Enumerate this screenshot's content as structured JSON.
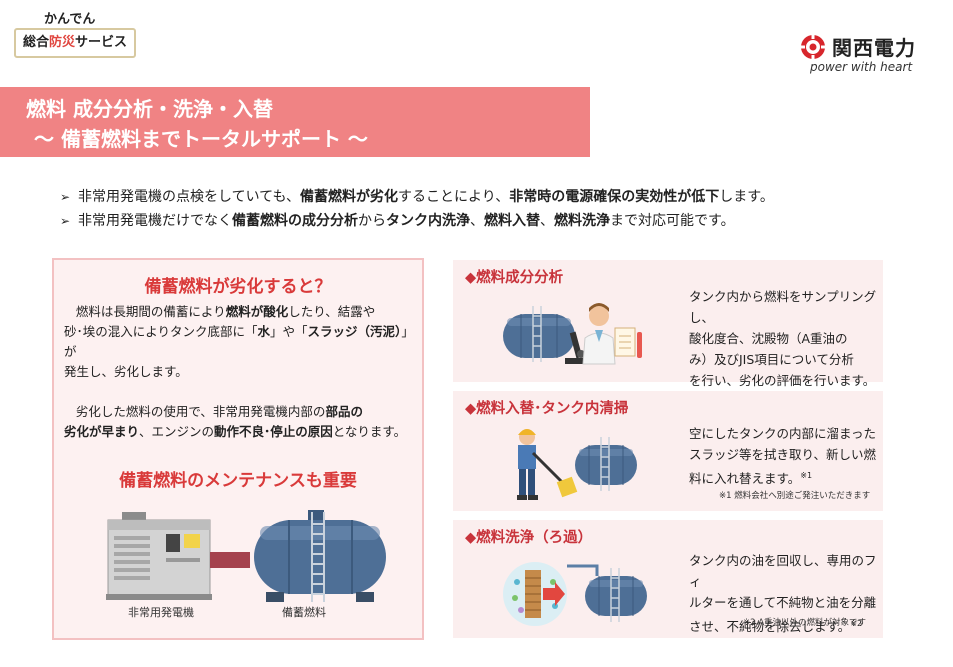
{
  "brand": {
    "left_top": "かんでん",
    "left_box_1": "総合",
    "left_box_2": "防災",
    "left_box_3": "サービス",
    "right_name": "関西電力",
    "right_slogan": "power with heart"
  },
  "banner": {
    "line1": "燃料 成分分析・洗浄・入替",
    "line2": "～ 備蓄燃料までトータルサポート ～"
  },
  "bullets": [
    {
      "arrow": "➢",
      "p1": "非常用発電機の点検をしていても、",
      "b1": "備蓄燃料が劣化",
      "p2": "することにより、",
      "b2": "非常時の電源確保の実効性が低下",
      "p3": "します。"
    },
    {
      "arrow": "➢",
      "p1": "非常用発電機だけでなく",
      "b1": "備蓄燃料の成分分析",
      "p2": "から",
      "b2": "タンク内洗浄",
      "p3": "、",
      "b3": "燃料入替",
      "p4": "、",
      "b4": "燃料洗浄",
      "p5": "まで対応可能です。"
    }
  ],
  "left_panel": {
    "heading1": "備蓄燃料が劣化すると？",
    "para1": {
      "t1": "燃料は長期間の備蓄により",
      "b1": "燃料が酸化",
      "t2": "したり、結露や",
      "t3": "砂･埃の混入によりタンク底部に「",
      "b2": "水",
      "t4": "」や「",
      "b3": "スラッジ（汚泥）",
      "t5": "」",
      "t6": "が",
      "t7": "発生し、劣化します。"
    },
    "para2": {
      "t1": "劣化した燃料の使用で、非常用発電機内部の",
      "b1": "部品の",
      "b2": "劣化が早まり",
      "t2": "、エンジンの",
      "b3": "動作不良･停止の原因",
      "t3": "となります。"
    },
    "heading2": "備蓄燃料のメンテナンスも重要",
    "caption_generator": "非常用発電機",
    "caption_tank": "備蓄燃料"
  },
  "cards": [
    {
      "title": "◆燃料成分分析",
      "lines": [
        "タンク内から燃料をサンプリングし、",
        "酸化度合、沈殿物（A重油の",
        "み）及びJIS項目について分析",
        "を行い、劣化の評価を行います。"
      ]
    },
    {
      "title": "◆燃料入替･タンク内清掃",
      "lines": [
        "空にしたタンクの内部に溜まった",
        "スラッジ等を拭き取り、新しい燃",
        "料に入れ替えます。"
      ],
      "sup": "※1",
      "note": "※1 燃料会社へ別途ご発注いただきます"
    },
    {
      "title": "◆燃料洗浄（ろ過）",
      "lines": [
        "タンク内の油を回収し、専用のフィ",
        "ルターを通して不純物と油を分離",
        "させ、不純物を除去します。"
      ],
      "sup": "※2",
      "note": "※2 A重油以外の燃料が対象です"
    }
  ],
  "colors": {
    "banner": "#f08384",
    "accent_red": "#d93a3a",
    "card_bg": "#fbeeee",
    "tank_blue": "#4e6f96"
  }
}
